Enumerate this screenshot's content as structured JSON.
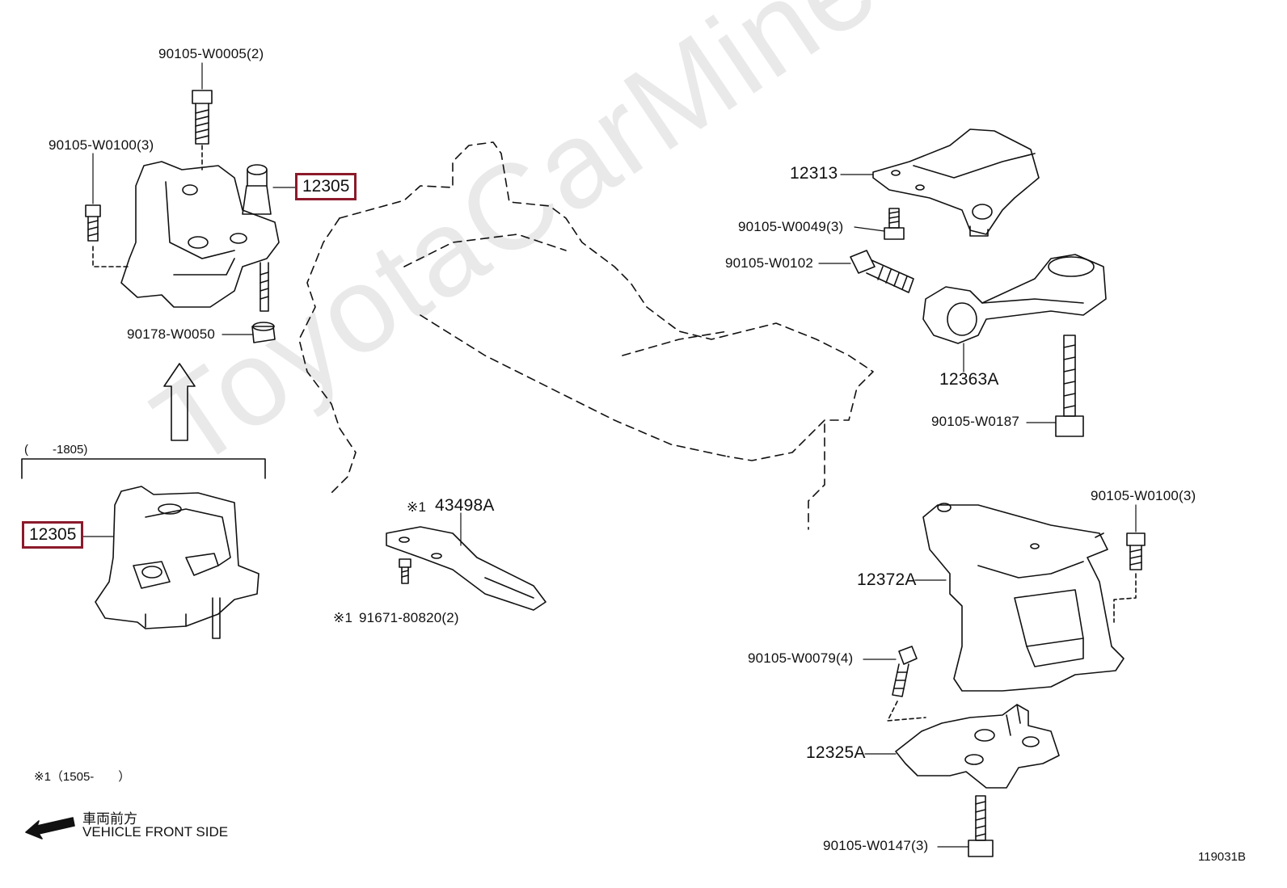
{
  "watermark": "ToyotaCarMine.ru",
  "diagram_id": "119031B",
  "legend": {
    "jp": "車両前方",
    "en": "VEHICLE FRONT SIDE"
  },
  "notes": {
    "range_upper": "(　　-1805)",
    "range_lower": "※1（1505-　　）"
  },
  "labels": {
    "p90105_w0005": "90105-W0005(2)",
    "p90105_w0100_left": "90105-W0100(3)",
    "p12305_top": "12305",
    "p90178_w0050": "90178-W0050",
    "p12305_bottom": "12305",
    "p43498a": "43498A",
    "p43498a_mark": "※1",
    "p91671": "91671-80820(2)",
    "p91671_mark": "※1",
    "p12313": "12313",
    "p90105_w0049": "90105-W0049(3)",
    "p90105_w0102": "90105-W0102",
    "p12363a": "12363A",
    "p90105_w0187": "90105-W0187",
    "p90105_w0100_right": "90105-W0100(3)",
    "p12372a": "12372A",
    "p90105_w0079": "90105-W0079(4)",
    "p12325a": "12325A",
    "p90105_w0147": "90105-W0147(3)"
  },
  "highlight_color": "#8b1a2b"
}
